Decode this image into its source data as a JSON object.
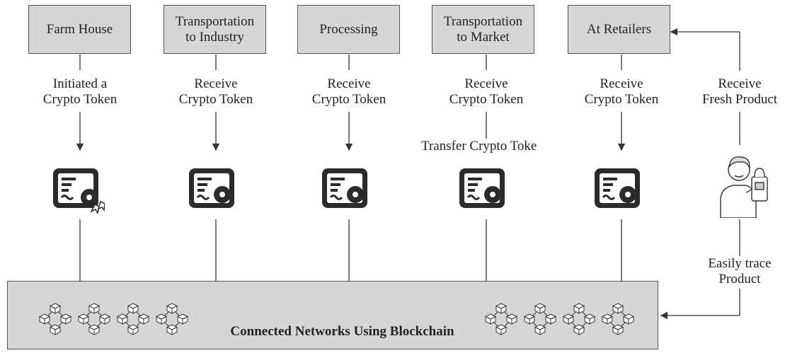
{
  "stages": [
    {
      "label": "Farm House",
      "token_label": "Initiated a\nCrypto Token"
    },
    {
      "label": "Transportation\nto Industry",
      "token_label": "Receive\nCrypto Token"
    },
    {
      "label": "Processing",
      "token_label": "Receive\nCrypto Token"
    },
    {
      "label": "Transportation\nto Market",
      "token_label": "Receive\nCrypto Token"
    },
    {
      "label": "At Retailers",
      "token_label": "Receive\nCrypto Token"
    }
  ],
  "transfer_label": "Transfer Crypto Toke",
  "consumer": {
    "receive_label": "Receive\nFresh Product",
    "trace_label": "Easily trace\nProduct"
  },
  "network": {
    "title": "Connected Networks Using Blockchain"
  },
  "icons": {
    "certificate": "certificate-icon",
    "blockchain": "blockchain-cubes-icon",
    "consumer": "shopper-with-bag-icon"
  },
  "colors": {
    "box_fill": "#d6d6d6",
    "icon_dark": "#2b2b2b",
    "line": "#333333"
  }
}
